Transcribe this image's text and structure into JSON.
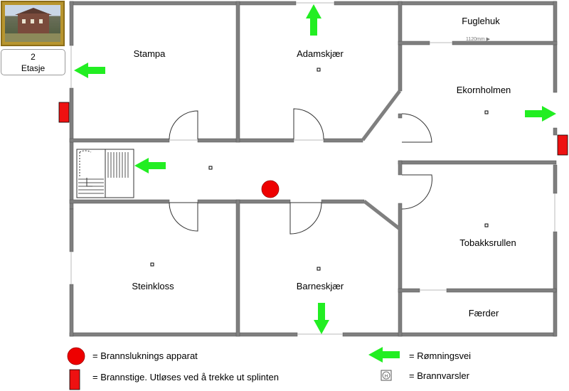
{
  "floor": {
    "number": "2",
    "label": "Etasje"
  },
  "rooms": {
    "stampa": "Stampa",
    "adamskjaer": "Adamskjær",
    "fuglehuk": "Fuglehuk",
    "ekornholmen": "Ekornholmen",
    "tobakksrullen": "Tobakksrullen",
    "faerder": "Færder",
    "steinkloss": "Steinkloss",
    "barneskjaer": "Barneskjær"
  },
  "small_marking": "1120mm ▶",
  "legend": {
    "extinguisher": "= Brannsluknings apparat",
    "fire_ladder": "= Brannstige. Utløses ved å trekke ut splinten",
    "escape_route": "= Rømningsvei",
    "smoke_detector": "= Brannvarsler",
    "detector_symbol": "H"
  },
  "colors": {
    "escape_arrow": "#22ee22",
    "extinguisher": "#ee0000",
    "fire_ladder": "#ee1111",
    "wall": "#7f7f7f"
  },
  "icons": [
    "photo-thumbnail",
    "escape-arrow-icon",
    "fire-extinguisher-icon",
    "fire-ladder-icon",
    "smoke-detector-icon",
    "staircase-icon"
  ]
}
